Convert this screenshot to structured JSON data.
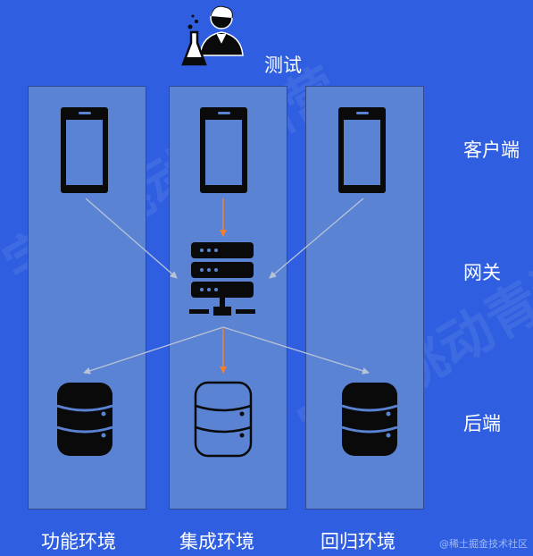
{
  "tester": {
    "label": "测试"
  },
  "rows": {
    "client": "客户端",
    "gateway": "网关",
    "backend": "后端"
  },
  "environments": [
    {
      "label": "功能环境"
    },
    {
      "label": "集成环境"
    },
    {
      "label": "回归环境"
    }
  ],
  "watermark": "字节跳动青训营",
  "credit": "@稀土掘金技术社区",
  "colors": {
    "background": "#2f5fe0",
    "column": "#5b83d3",
    "arrow_gray": "#b9c3d6",
    "arrow_orange": "#f08030",
    "device": "#0a0a0a"
  }
}
